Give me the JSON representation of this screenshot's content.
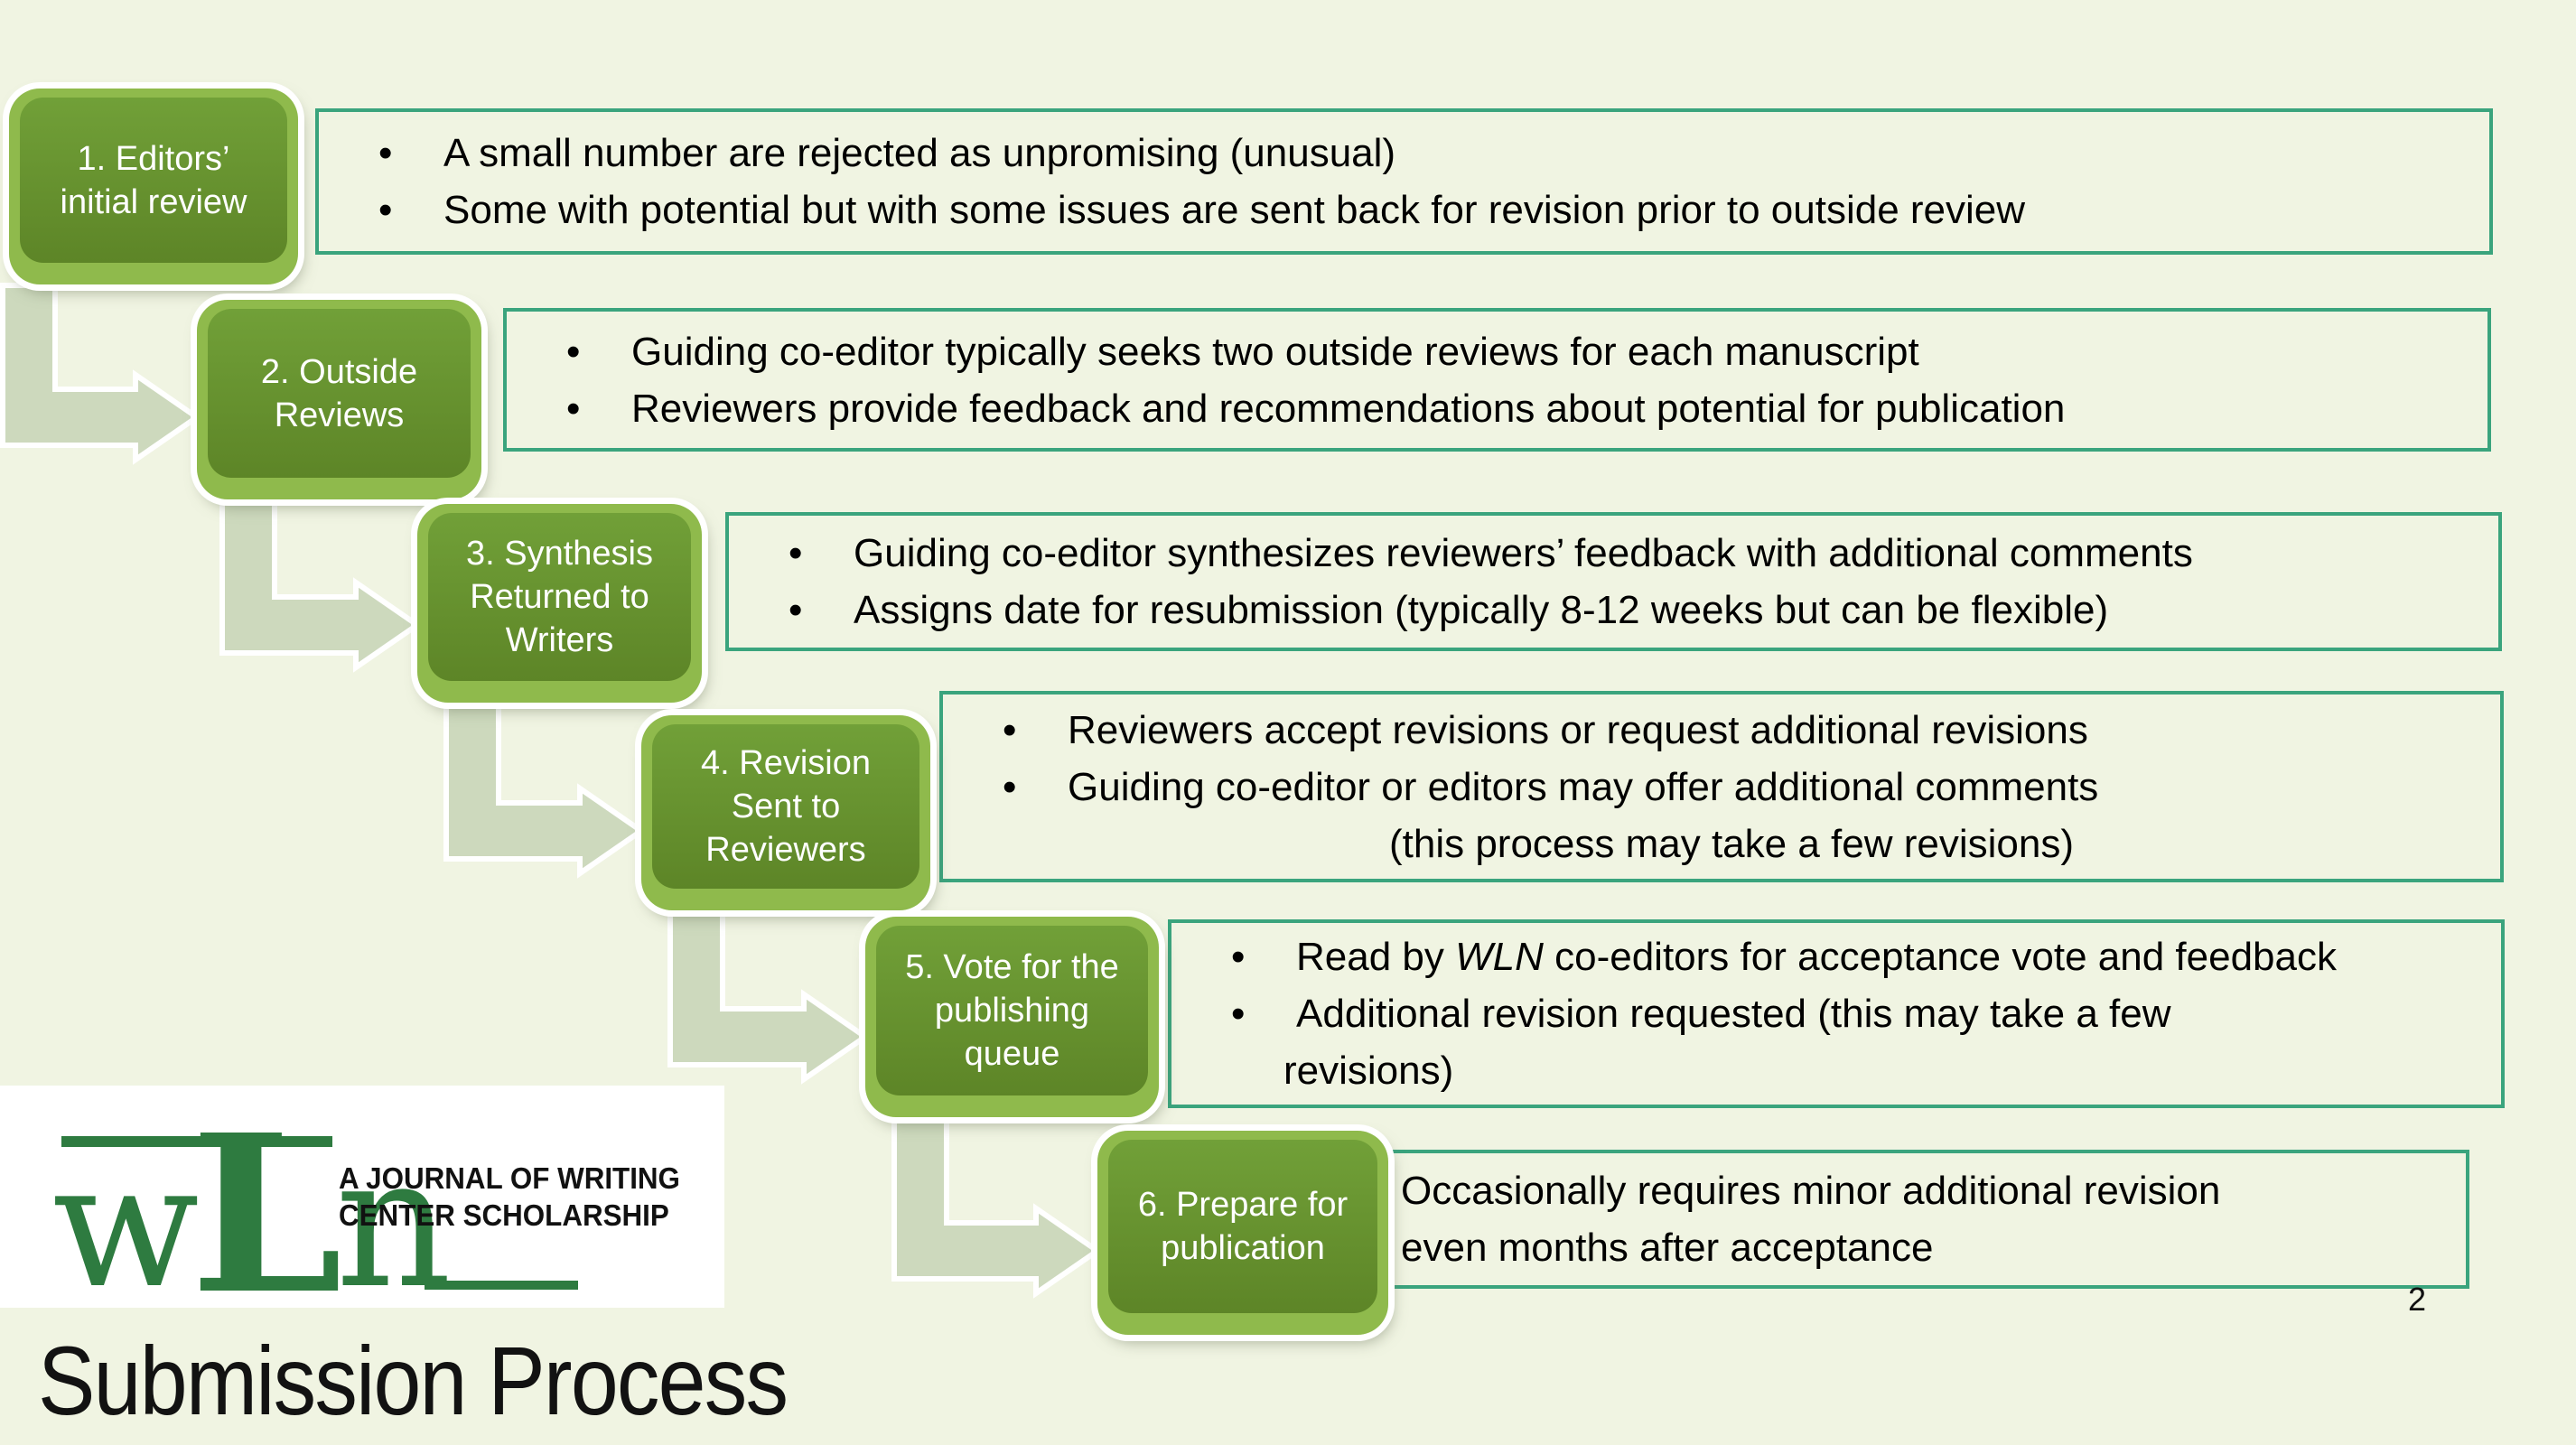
{
  "slide": {
    "title": "Submission Process",
    "page_number": "2",
    "colors": {
      "background": "#f0f4e2",
      "step_box_outer_green": "#8fba4c",
      "step_box_inner_green_top": "#71a038",
      "step_box_inner_green_bottom": "#5d8527",
      "text_box_border_teal": "#3aa47d",
      "arrow_fill_sage": "#cdd9bd",
      "arrow_outline": "#ffffff",
      "logo_green": "#2e7b40",
      "body_text": "#000000"
    },
    "steps": [
      {
        "label_lines": [
          "1. Editors’",
          "initial review"
        ],
        "rows": [
          {
            "text": "A small number are rejected as unpromising (unusual)"
          },
          {
            "text": "Some with potential but with some issues are sent back for revision prior to outside review"
          }
        ]
      },
      {
        "label_lines": [
          "2. Outside",
          "Reviews"
        ],
        "rows": [
          {
            "text": "Guiding co-editor typically seeks two outside reviews for each manuscript"
          },
          {
            "text": "Reviewers provide feedback and recommendations about potential for publication"
          }
        ]
      },
      {
        "label_lines": [
          "3. Synthesis",
          "Returned to",
          "Writers"
        ],
        "rows": [
          {
            "text": "Guiding co-editor synthesizes reviewers’ feedback with additional comments"
          },
          {
            "text": "Assigns date for resubmission (typically 8-12 weeks  but can be flexible)"
          }
        ]
      },
      {
        "label_lines": [
          "4. Revision",
          "Sent to",
          "Reviewers"
        ],
        "rows": [
          {
            "text": "Reviewers accept revisions or request additional revisions"
          },
          {
            "text": "Guiding co-editor or editors may offer additional comments"
          },
          {
            "text": "(this process may take a few revisions)"
          }
        ]
      },
      {
        "label_lines": [
          "5. Vote for the",
          "publishing",
          "queue"
        ],
        "rows": [
          {
            "pre": "Read by ",
            "italic": "WLN",
            "post": " co-editors for acceptance vote and feedback"
          },
          {
            "text": "Additional revision requested (this may take a few"
          },
          {
            "text": "revisions)"
          }
        ]
      },
      {
        "label_lines": [
          "6. Prepare for",
          "publication"
        ],
        "rows": [
          {
            "text": "Occasionally requires minor additional revision"
          },
          {
            "text": "even months after acceptance"
          }
        ]
      }
    ],
    "logo": {
      "letters": {
        "w": "w",
        "l": "L",
        "n": "n"
      },
      "tagline_lines": [
        "A JOURNAL OF WRITING",
        "CENTER SCHOLARSHIP"
      ]
    }
  }
}
